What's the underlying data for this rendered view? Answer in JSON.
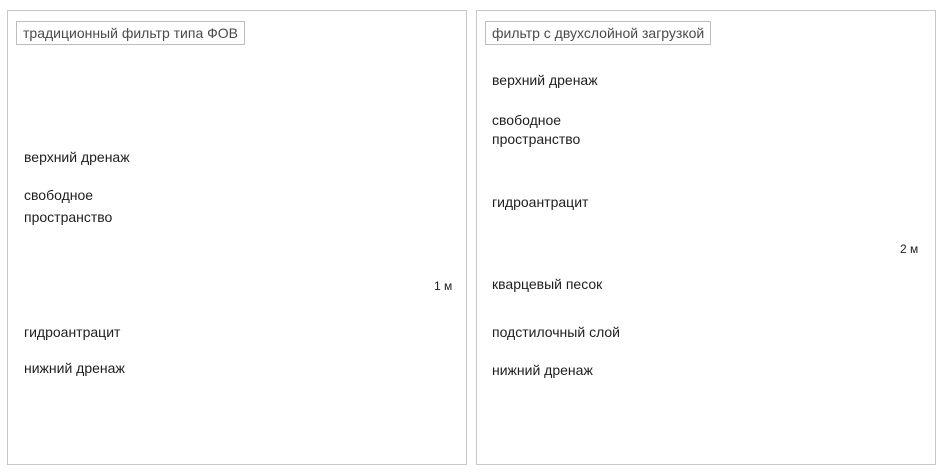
{
  "left": {
    "title": "традиционный фильтр типа ФОВ",
    "labels": {
      "top_drain": "верхний дренаж",
      "free_space_1": "свободное",
      "free_space_2": "пространство",
      "hydroanthracite": "гидроантрацит",
      "bottom_drain": "нижний дренаж"
    },
    "dimension": "1 м"
  },
  "right": {
    "title": "фильтр с двухслойной загрузкой",
    "labels": {
      "top_drain": "верхний дренаж",
      "free_space_1": "свободное",
      "free_space_2": "пространство",
      "hydroanthracite": "гидроантрацит",
      "quartz_sand": "кварцевый песок",
      "underlayer": "подстилочный слой",
      "bottom_drain": "нижний дренаж"
    },
    "dimension": "2 м"
  },
  "colors": {
    "arrow": "#4ba3d6",
    "water": "#7ab8cf",
    "anthracite": "#8c8c8c",
    "sand": "#d6cf8e",
    "underlayer": "#c98d46",
    "pipe": "#e1e5e6"
  }
}
